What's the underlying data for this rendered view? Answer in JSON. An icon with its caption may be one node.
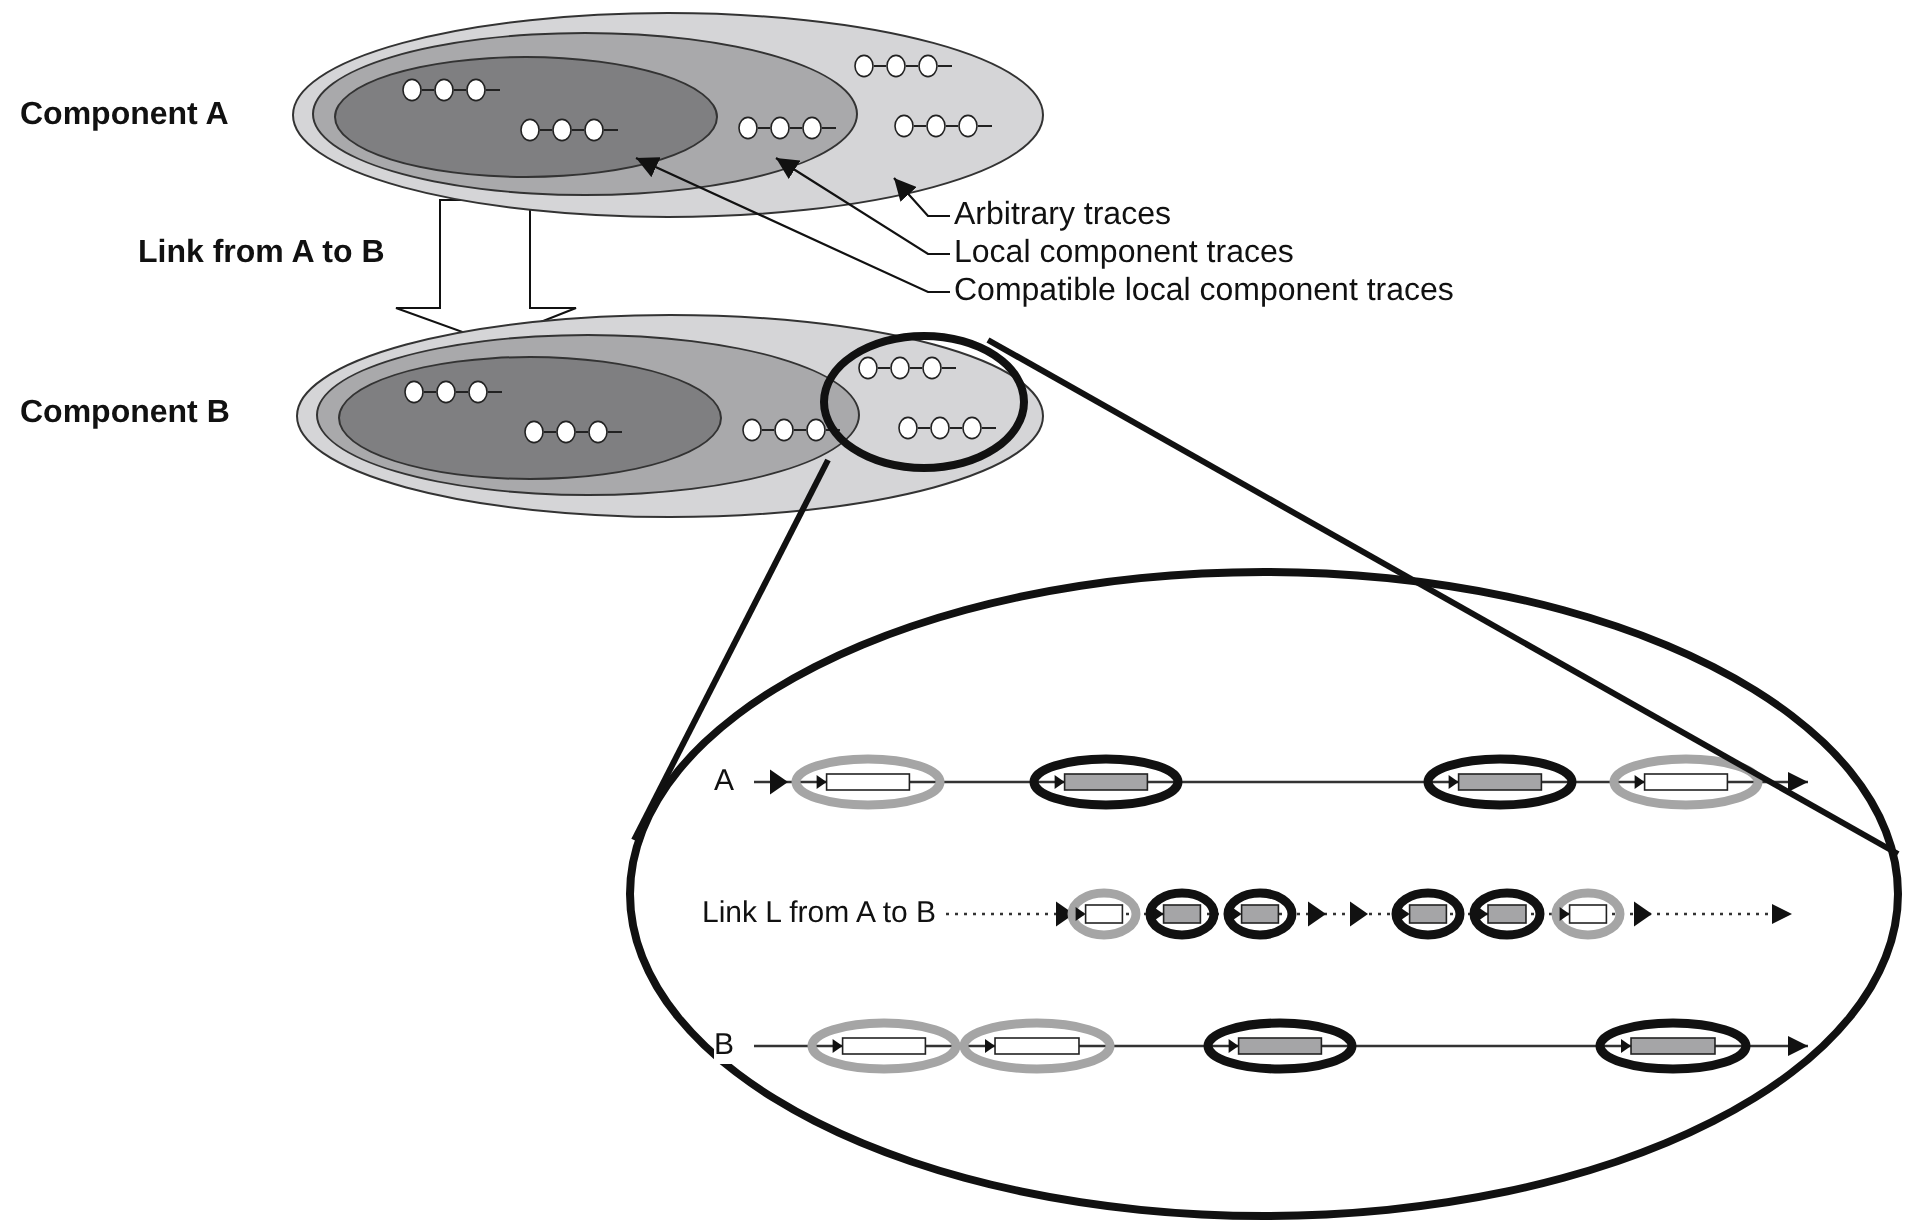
{
  "diagram": {
    "nodes": [
      {
        "text": [
          "Component A"
        ]
      },
      {
        "text": [],
        "shape": "ellipse",
        "in": 0
      },
      {
        "text": [],
        "shape": "ellipse",
        "in": 1
      },
      {
        "text": [
          "Arbitrary traces"
        ]
      },
      {
        "text": [
          "Local component traces"
        ]
      },
      {
        "text": [
          "Compatible local component traces"
        ]
      },
      {
        "text": [
          "Component B"
        ]
      },
      {
        "text": [],
        "shape": "ellipse",
        "in": 6
      },
      {
        "text": [],
        "shape": "ellipse",
        "in": 7
      },
      {
        "text": [],
        "shape": "circle",
        "in": 6
      },
      {
        "text": [],
        "shape": "ellipse"
      }
    ],
    "edges": [
      {
        "from": 3,
        "to": 0,
        "arrow": "to"
      },
      {
        "from": 4,
        "to": 1,
        "arrow": "to"
      },
      {
        "from": 5,
        "to": 2,
        "arrow": "to"
      },
      {
        "from": 0,
        "to": 6,
        "arrow": "to",
        "label": "Link from A to B",
        "style": "thick"
      },
      {
        "from": 9,
        "to": 10,
        "arrow": "none",
        "style": "thick"
      },
      {
        "from": 9,
        "to": 10,
        "arrow": "none",
        "style": "thick"
      }
    ],
    "labels": [
      "A",
      "Link L from A to B",
      "B"
    ]
  }
}
